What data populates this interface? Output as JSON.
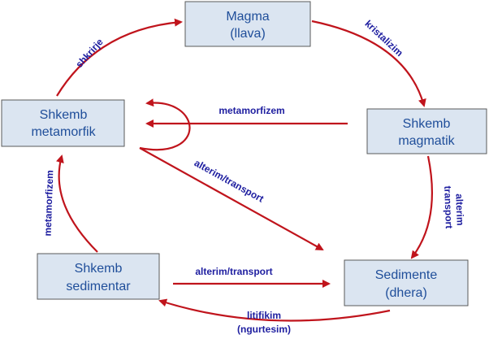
{
  "nodes": {
    "magma": {
      "line1": "Magma",
      "line2": "(llava)"
    },
    "magmatik": {
      "line1": "Shkemb",
      "line2": "magmatik"
    },
    "metamorfik": {
      "line1": "Shkemb",
      "line2": "metamorfik"
    },
    "sedimentar": {
      "line1": "Shkemb",
      "line2": "sedimentar"
    },
    "sedimente": {
      "line1": "Sedimente",
      "line2": "(dhera)"
    }
  },
  "edges": {
    "shkrirje": "shkrirje",
    "kristalizim": "kristalizim",
    "metamorfizem_top": "metamorfizem",
    "alterim_transport_diag": "alterim/transport",
    "alterim_right_1": "alterim",
    "alterim_right_2": "transport",
    "metamorfizem_left": "metamorfizem",
    "alterim_transport_bottom": "alterim/transport",
    "litifikim_1": "litifikim",
    "litifikim_2": "(ngurtesim)"
  },
  "colors": {
    "arrow": "#c0141c",
    "box_fill": "#dbe5f1",
    "box_text": "#1f4e9a",
    "label_text": "#1e1ea0"
  }
}
